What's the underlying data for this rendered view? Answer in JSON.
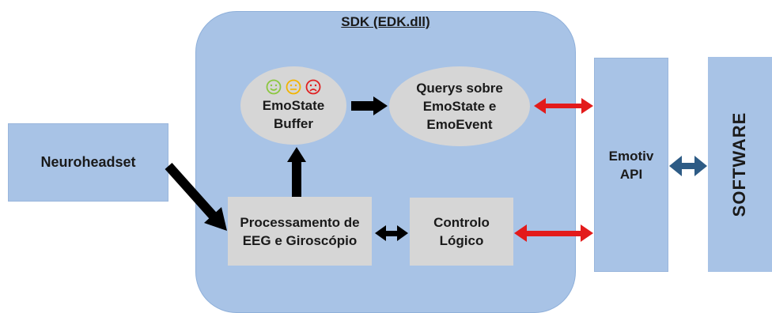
{
  "sdk": {
    "title": "SDK (EDK.dll)"
  },
  "neuroheadset": {
    "label": "Neuroheadset"
  },
  "emostate_buffer": {
    "label": "EmoState\nBuffer"
  },
  "querys": {
    "label": "Querys sobre\nEmoState e\nEmoEvent"
  },
  "processamento": {
    "label": "Processamento de\nEEG e Giroscópio"
  },
  "controlo": {
    "label": "Controlo\nLógico"
  },
  "emotiv_api": {
    "label": "Emotiv\nAPI"
  },
  "software": {
    "label": "SOFTWARE"
  },
  "emoji_faces": [
    {
      "icon": "smiley-icon",
      "color": "#8cc63f"
    },
    {
      "icon": "neutral-face-icon",
      "color": "#f2b400"
    },
    {
      "icon": "frown-icon",
      "color": "#e02020"
    }
  ],
  "colors": {
    "arrow_black": "#000000",
    "arrow_red": "#e31b1b",
    "arrow_blue": "#2d5b85",
    "box_blue": "#a8c3e6",
    "box_grey": "#d6d6d6"
  }
}
